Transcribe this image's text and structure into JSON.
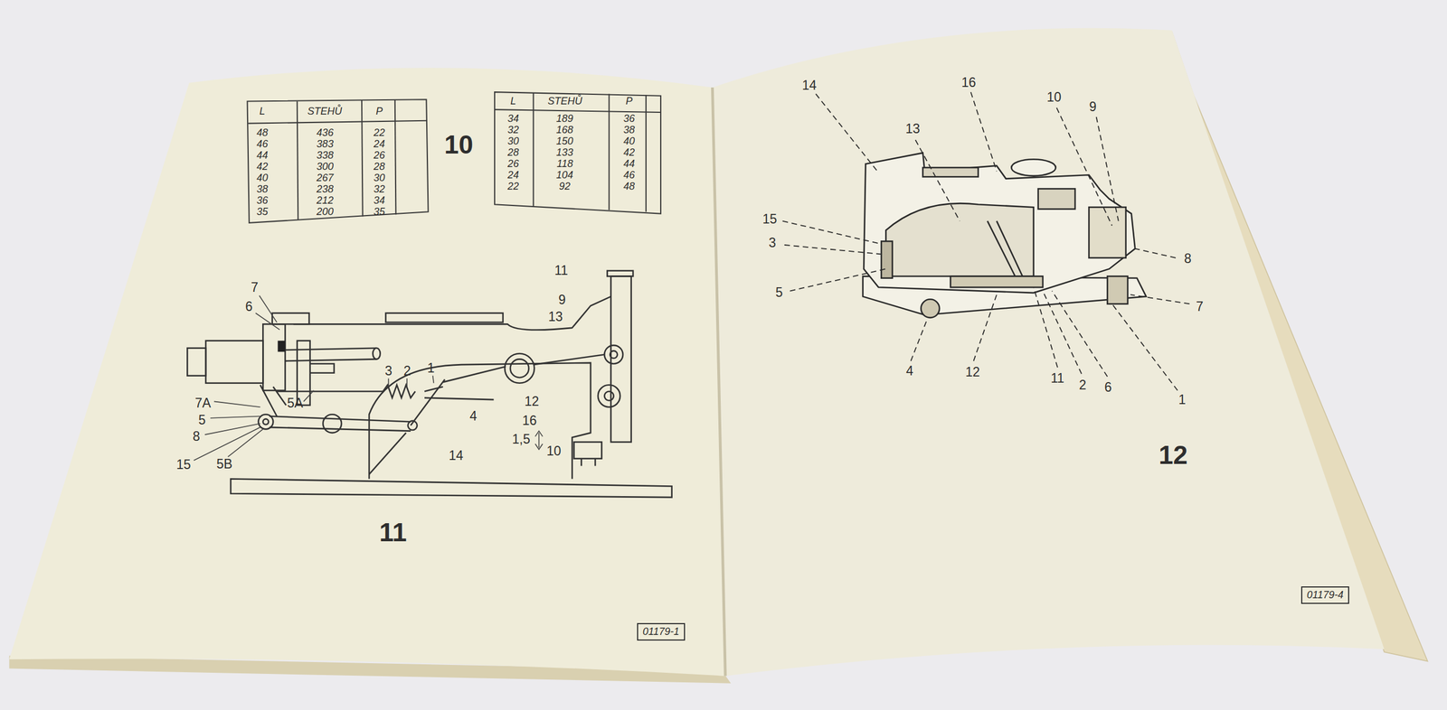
{
  "diagram": {
    "nodes": [
      {
        "text": [
          "01179-1"
        ]
      },
      {
        "text": [
          "01179-4"
        ]
      }
    ],
    "edges": [],
    "labels": [
      "L",
      "STEHŮ",
      "P",
      "48",
      "436",
      "22",
      "46",
      "383",
      "24",
      "44",
      "338",
      "26",
      "42",
      "300",
      "28",
      "40",
      "267",
      "30",
      "38",
      "238",
      "32",
      "36",
      "212",
      "34",
      "35",
      "200",
      "35",
      "L",
      "STEHŮ",
      "P",
      "34",
      "189",
      "36",
      "32",
      "168",
      "38",
      "30",
      "150",
      "40",
      "28",
      "133",
      "42",
      "26",
      "118",
      "44",
      "24",
      "104",
      "46",
      "22",
      "92",
      "48",
      "10",
      "7",
      "6",
      "7A",
      "5",
      "8",
      "15",
      "5B",
      "5A",
      "3",
      "2",
      "1",
      "4",
      "12",
      "16",
      "1,5",
      "10",
      "14",
      "11",
      "9",
      "13",
      "11",
      "14",
      "16",
      "10",
      "9",
      "13",
      "15",
      "3",
      "5",
      "8",
      "7",
      "4",
      "12",
      "11",
      "2",
      "6",
      "1",
      "12"
    ]
  }
}
